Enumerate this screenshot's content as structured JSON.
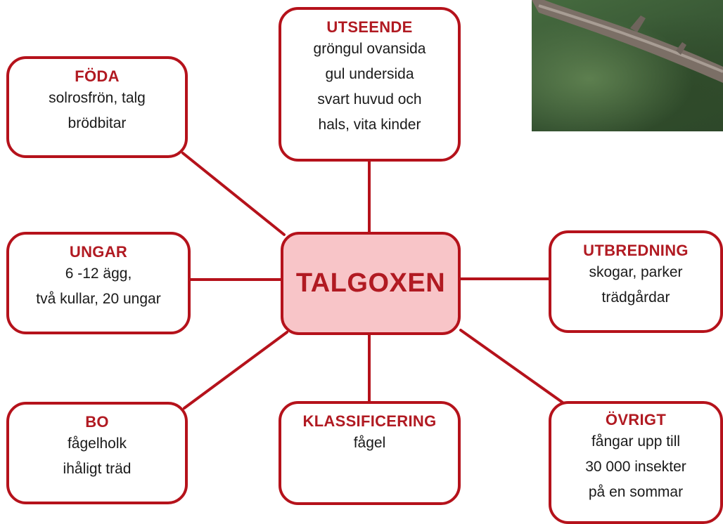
{
  "center": {
    "label": "TALGOXEN"
  },
  "nodes": {
    "utseende": {
      "title": "UTSEENDE",
      "lines": [
        "gröngul ovansida",
        "gul undersida",
        "svart huvud och",
        "hals, vita kinder"
      ]
    },
    "foda": {
      "title": "FÖDA",
      "lines": [
        "solrosfrön, talg",
        "brödbitar"
      ]
    },
    "ungar": {
      "title": "UNGAR",
      "lines": [
        "6 -12 ägg,",
        "två kullar, 20 ungar"
      ]
    },
    "utbredning": {
      "title": "UTBREDNING",
      "lines": [
        "skogar, parker",
        "trädgårdar"
      ]
    },
    "bo": {
      "title": "BO",
      "lines": [
        "fågelholk",
        "ihåligt träd"
      ]
    },
    "klassificering": {
      "title": "KLASSIFICERING",
      "lines": [
        "fågel"
      ]
    },
    "ovrigt": {
      "title": "ÖVRIGT",
      "lines": [
        "fångar upp till",
        "30 000 insekter",
        "på en sommar"
      ]
    }
  },
  "colors": {
    "border": "#b5121b",
    "title": "#b11a22",
    "center_fill": "#f8c5c8"
  },
  "photo": {
    "subject": "tree-branch-photo"
  }
}
